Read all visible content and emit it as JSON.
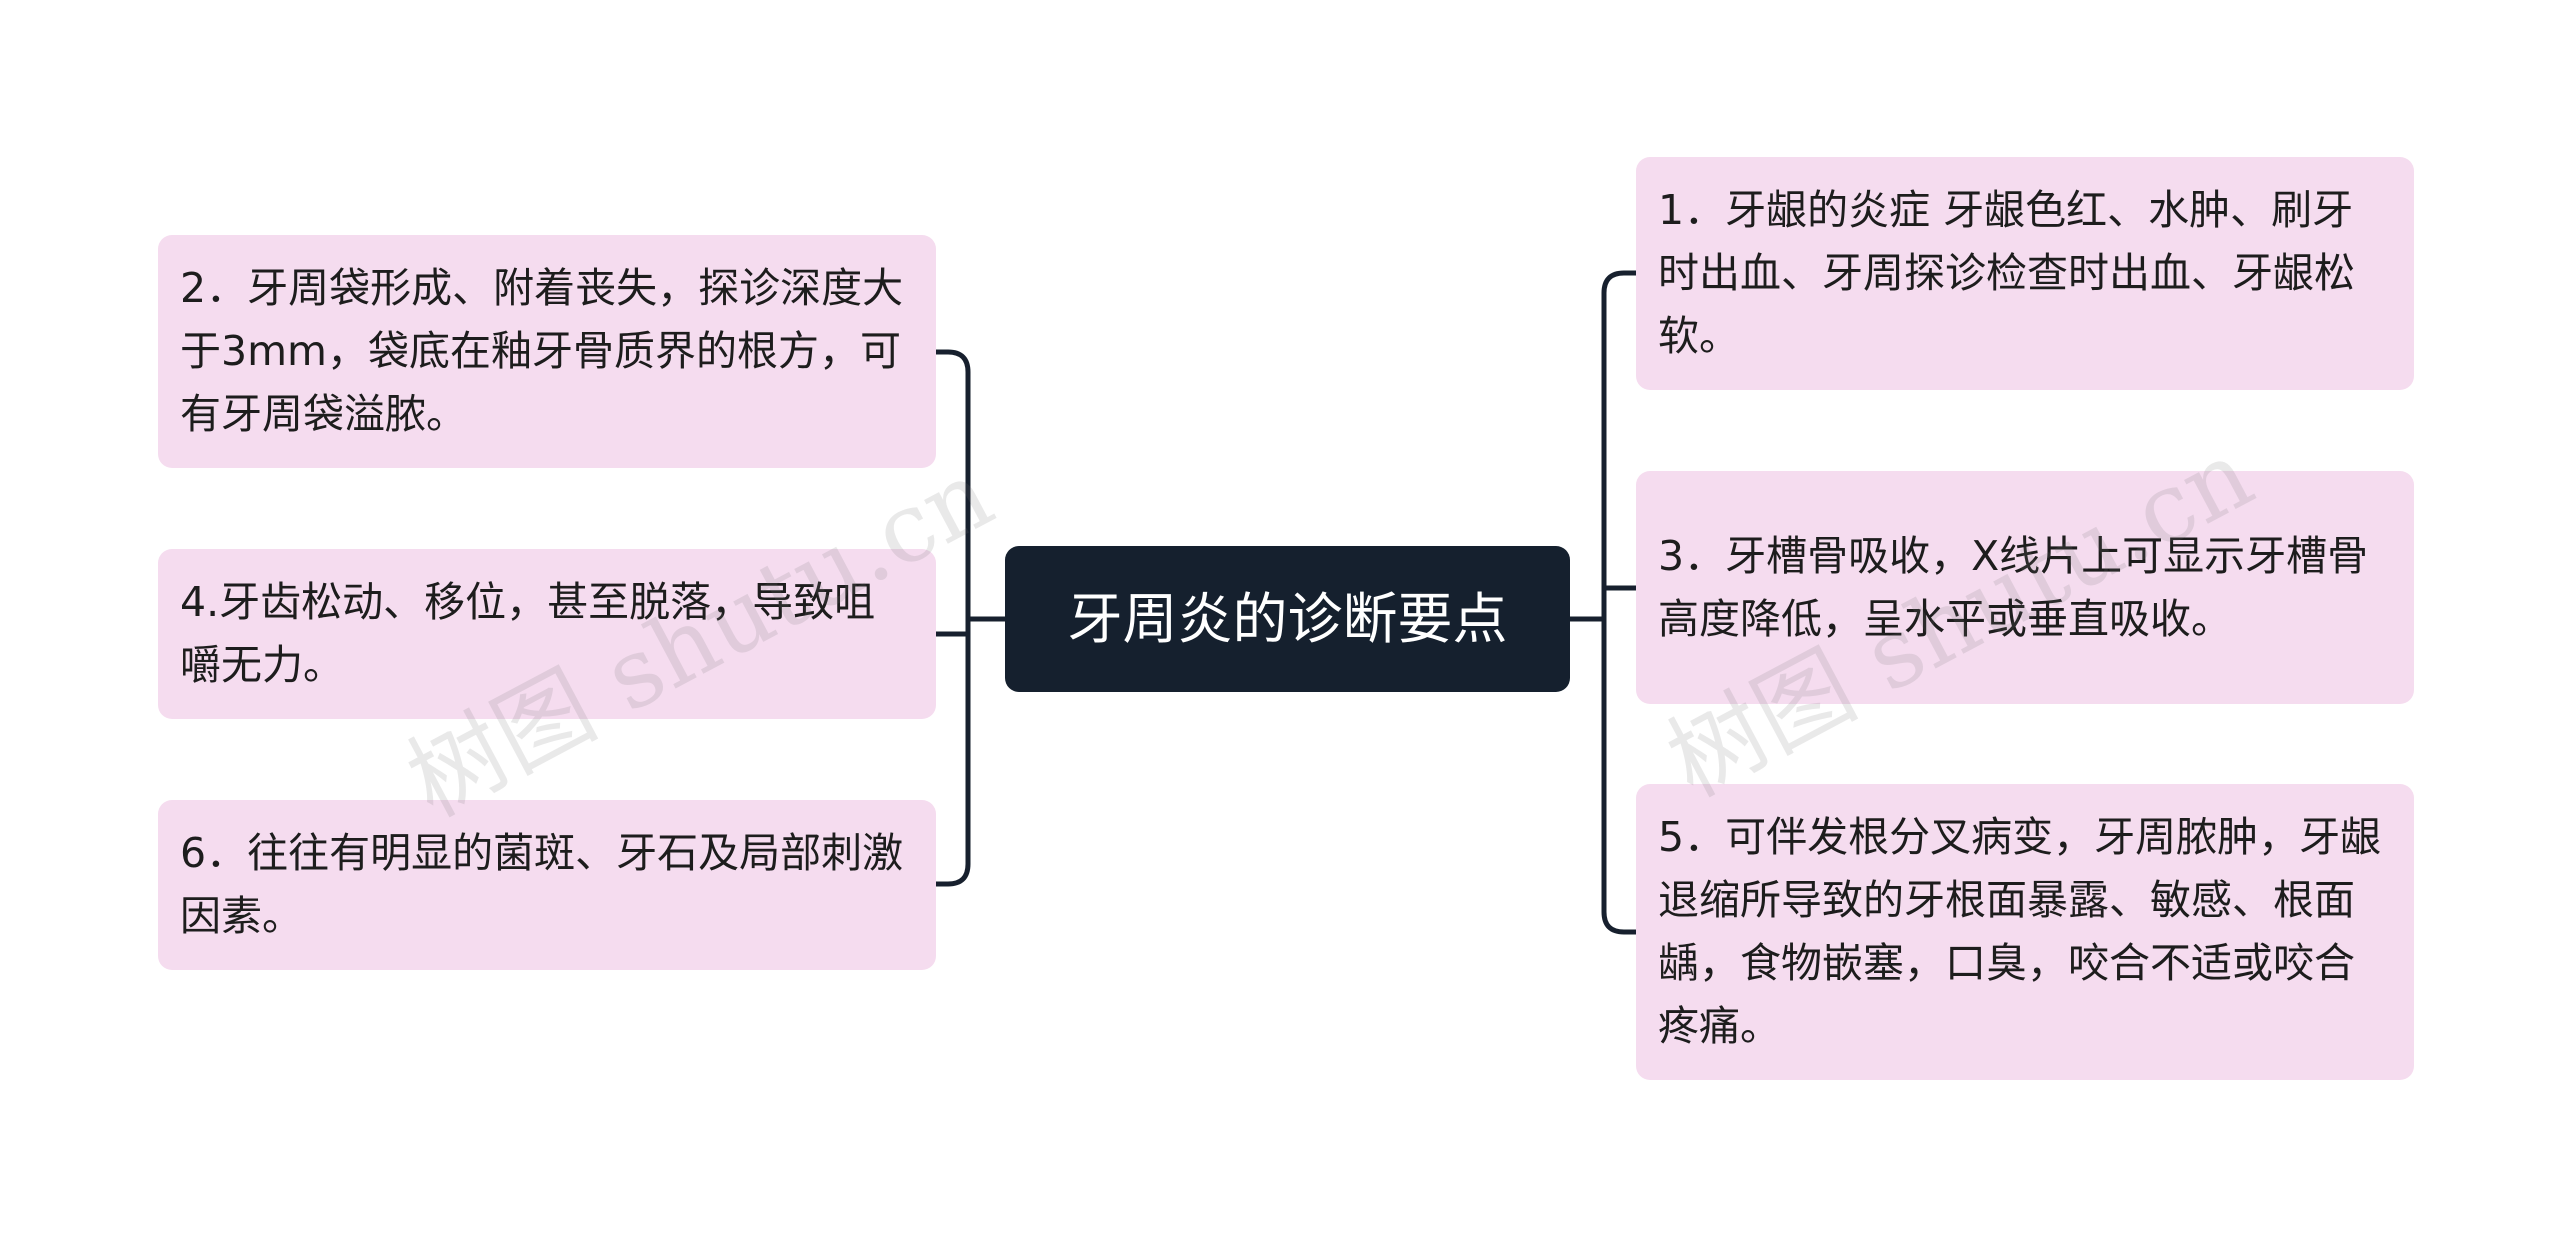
{
  "mindmap": {
    "center": {
      "label": "牙周炎的诊断要点"
    },
    "left_branches": [
      {
        "id": "2",
        "text": "2．牙周袋形成、附着丧失，探诊深度大于3mm，袋底在釉牙骨质界的根方，可有牙周袋溢脓。"
      },
      {
        "id": "4",
        "text": "4.牙齿松动、移位，甚至脱落，导致咀嚼无力。"
      },
      {
        "id": "6",
        "text": "6．往往有明显的菌斑、牙石及局部刺激因素。"
      }
    ],
    "right_branches": [
      {
        "id": "1",
        "text": "1．牙龈的炎症 牙龈色红、水肿、刷牙时出血、牙周探诊检查时出血、牙龈松软。"
      },
      {
        "id": "3",
        "text": "3．牙槽骨吸收，X线片上可显示牙槽骨高度降低，呈水平或垂直吸收。"
      },
      {
        "id": "5",
        "text": "5．可伴发根分叉病变，牙周脓肿，牙龈退缩所导致的牙根面暴露、敏感、根面龋，食物嵌塞，口臭，咬合不适或咬合疼痛。"
      }
    ],
    "colors": {
      "center_fill": "#15202e",
      "center_text": "#ffffff",
      "leaf_fill": "#f5dcef",
      "leaf_text": "#1d1d1d",
      "connector": "#17202e"
    }
  },
  "watermark": {
    "text": "树图 shutu.cn"
  }
}
